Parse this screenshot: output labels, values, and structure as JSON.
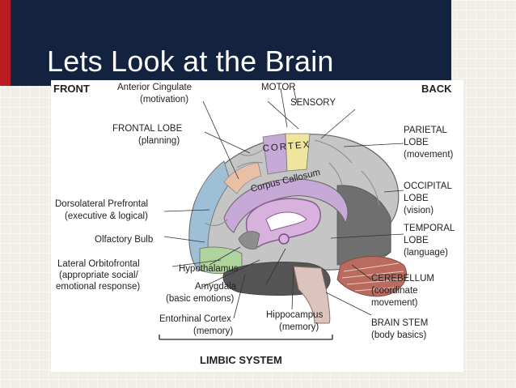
{
  "slide": {
    "title": "Lets Look at the Brain"
  },
  "colors": {
    "accent_red": "#b81c21",
    "header_navy": "#13223f",
    "background": "#f1eee6"
  },
  "diagram": {
    "front": "FRONT",
    "back": "BACK",
    "cortex": "CORTEX",
    "corpus_callosum": "Corpus Callosum",
    "left_labels": {
      "anterior_cingulate": [
        "Anterior Cingulate",
        "(motivation)"
      ],
      "frontal_lobe": [
        "FRONTAL LOBE",
        "(planning)"
      ],
      "dorsolateral": [
        "Dorsolateral Prefrontal",
        "(executive & logical)"
      ],
      "olfactory": [
        "Olfactory Bulb"
      ],
      "lateral_orbitofrontal": [
        "Lateral Orbitofrontal",
        "(appropriate social/",
        "emotional response)"
      ]
    },
    "top_labels": {
      "motor": "MOTOR",
      "sensory": "SENSORY"
    },
    "bottom_labels": {
      "hypothalamus": [
        "Hypothalamus"
      ],
      "amygdala": [
        "Amygdala",
        "(basic emotions)"
      ],
      "entorhinal": [
        "Entorhinal Cortex",
        "(memory)"
      ],
      "hippocampus": [
        "Hippocampus",
        "(memory)"
      ],
      "limbic": "LIMBIC SYSTEM"
    },
    "right_labels": {
      "parietal": [
        "PARIETAL",
        "LOBE",
        "(movement)"
      ],
      "occipital": [
        "OCCIPITAL",
        "LOBE",
        "(vision)"
      ],
      "temporal": [
        "TEMPORAL",
        "LOBE",
        "(language)"
      ],
      "cerebellum": [
        "CEREBELLUM",
        "(coordinate",
        "movement)"
      ],
      "brain_stem": [
        "BRAIN STEM",
        "(body basics)"
      ]
    }
  }
}
